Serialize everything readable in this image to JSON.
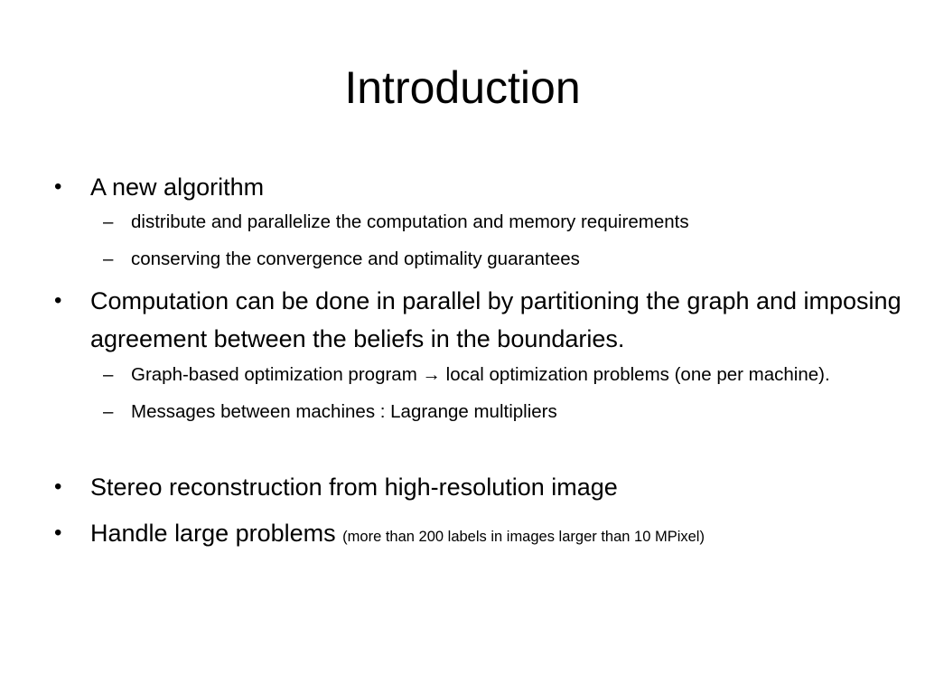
{
  "slide": {
    "title": "Introduction",
    "bullets": [
      {
        "text": "A new algorithm",
        "subs": [
          "distribute and parallelize the computation and memory requirements",
          "conserving the convergence and optimality guarantees"
        ]
      },
      {
        "text": "Computation can be done in parallel by partitioning the graph and imposing agreement between the beliefs in the boundaries.",
        "subs": [
          "Graph-based optimization program → local optimization problems (one per machine).",
          "Messages between machines : Lagrange multipliers"
        ]
      },
      {
        "text": "Stereo reconstruction from high-resolution image",
        "subs": []
      },
      {
        "text": "Handle large problems",
        "note": "(more than 200 labels in images larger than 10 MPixel)",
        "subs": []
      }
    ],
    "bullet_glyph": "•",
    "dash_glyph": "–"
  }
}
